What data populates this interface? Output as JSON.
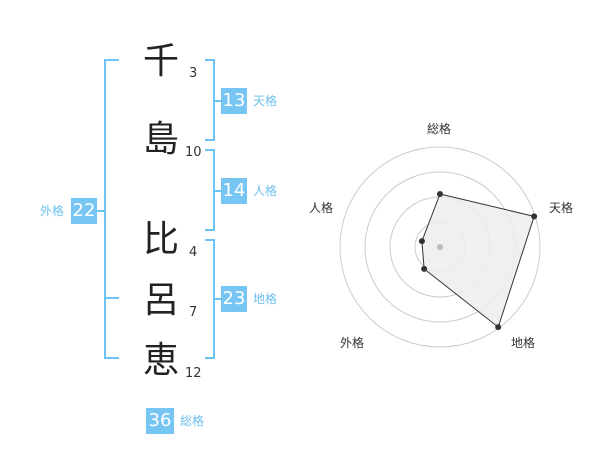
{
  "name": {
    "characters": [
      {
        "char": "千",
        "count": "3"
      },
      {
        "char": "島",
        "count": "10"
      },
      {
        "char": "比",
        "count": "4"
      },
      {
        "char": "呂",
        "count": "7"
      },
      {
        "char": "恵",
        "count": "12"
      }
    ]
  },
  "fortunes": {
    "tenkaku": {
      "value": "13",
      "label": "天格"
    },
    "jinkaku": {
      "value": "14",
      "label": "人格"
    },
    "chikaku": {
      "value": "23",
      "label": "地格"
    },
    "gaikaku": {
      "value": "22",
      "label": "外格"
    },
    "soukaku": {
      "value": "36",
      "label": "総格"
    }
  },
  "radar": {
    "axes": [
      "総格",
      "天格",
      "地格",
      "外格",
      "人格"
    ],
    "values": [
      0.53,
      0.99,
      0.99,
      0.27,
      0.19
    ],
    "colors": {
      "fill": "#ededed",
      "stroke": "#333333",
      "grid": "#cccccc",
      "center": "#bbbbbb"
    }
  }
}
